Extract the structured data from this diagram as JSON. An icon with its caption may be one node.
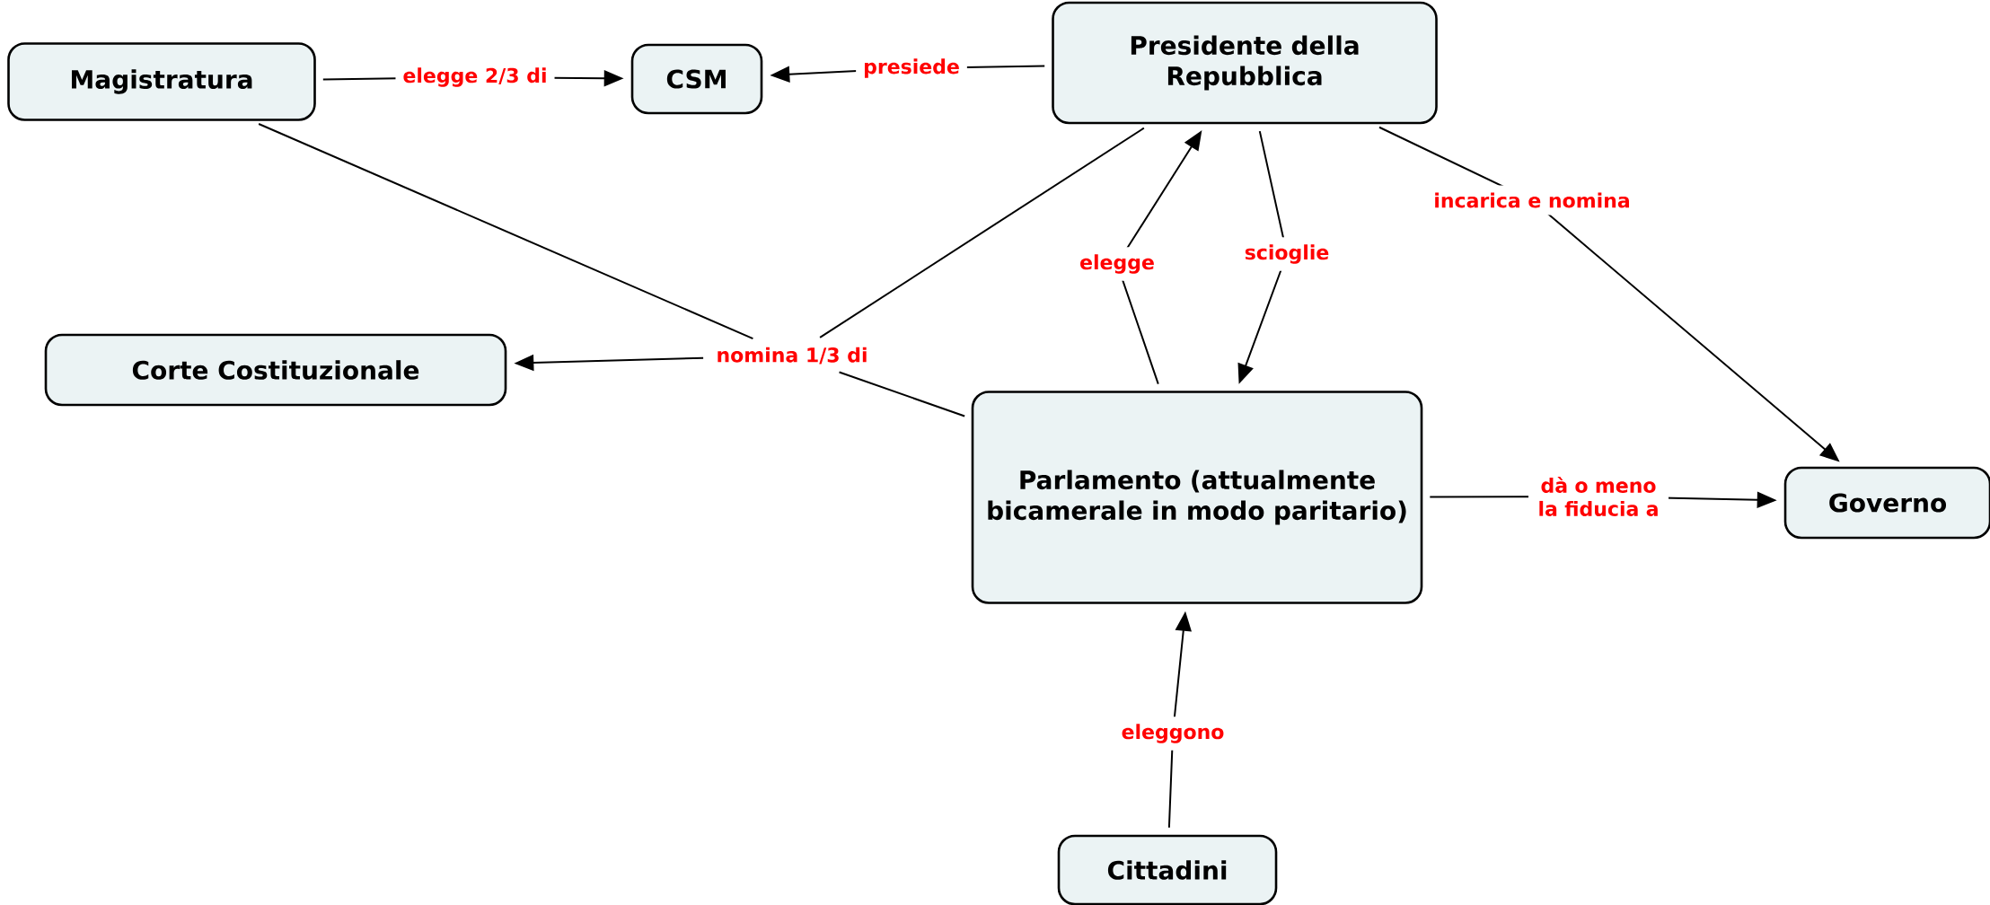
{
  "diagram": {
    "nodes": [
      {
        "text": [
          "Magistratura"
        ]
      },
      {
        "text": [
          "CSM"
        ]
      },
      {
        "text": [
          "Presidente della Repubblica"
        ]
      },
      {
        "text": [
          "Corte Costituzionale"
        ]
      },
      {
        "text": [
          "nomina 1/3 di"
        ]
      },
      {
        "text": [
          "Parlamento (attualmente bicamerale in modo paritario)"
        ]
      },
      {
        "text": [
          "Governo"
        ]
      },
      {
        "text": [
          "Cittadini"
        ]
      }
    ],
    "edges": [
      {
        "from": 0,
        "to": 1,
        "arrow": "to",
        "label": "elegge 2/3 di"
      },
      {
        "from": 2,
        "to": 1,
        "arrow": "to",
        "label": "presiede"
      },
      {
        "from": 5,
        "to": 2,
        "arrow": "to",
        "label": "elegge"
      },
      {
        "from": 2,
        "to": 5,
        "arrow": "to",
        "label": "scioglie"
      },
      {
        "from": 2,
        "to": 6,
        "arrow": "to",
        "label": "incarica e nomina"
      },
      {
        "from": 5,
        "to": 6,
        "arrow": "to",
        "label": "dà o meno la fiducia a"
      },
      {
        "from": 7,
        "to": 5,
        "arrow": "to",
        "label": "eleggono"
      },
      {
        "from": 0,
        "to": 4,
        "arrow": "none"
      },
      {
        "from": 2,
        "to": 4,
        "arrow": "none"
      },
      {
        "from": 5,
        "to": 4,
        "arrow": "none"
      },
      {
        "from": 4,
        "to": 3,
        "arrow": "to"
      }
    ]
  }
}
